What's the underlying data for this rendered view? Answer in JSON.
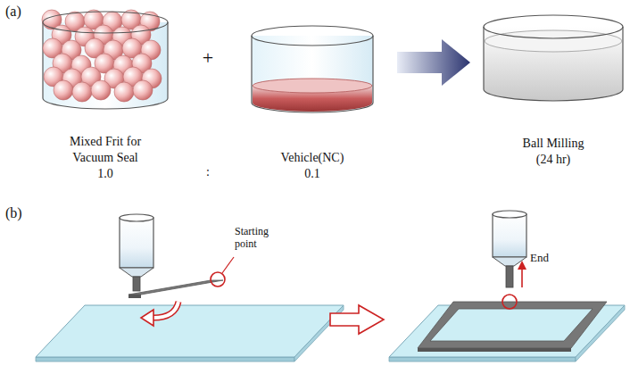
{
  "diagram": {
    "labels": [
      "(a)",
      "Mixed Frit for Vacuum Seal",
      "1.0",
      "+",
      ":",
      "Vehicle(NC)",
      "0.1",
      "Ball Milling",
      "(24 hr)",
      "(b)",
      "Starting point",
      "End"
    ]
  }
}
